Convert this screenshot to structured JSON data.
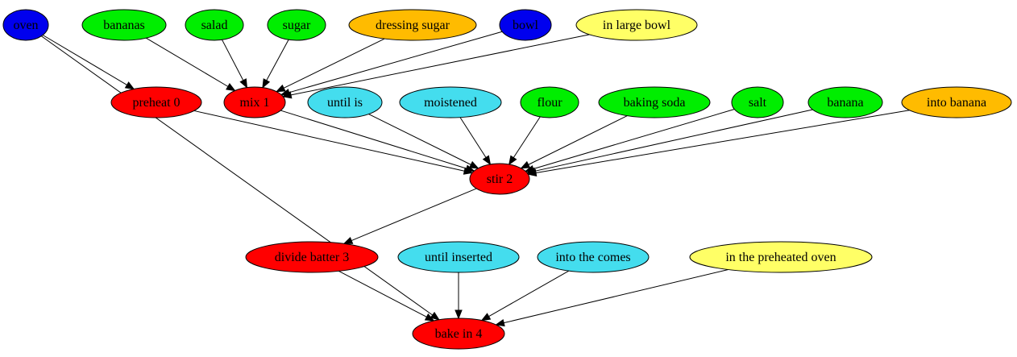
{
  "colors": {
    "ingredient": "#00ee00",
    "tool": "#0000ee",
    "condition": "#44ddee",
    "location": "#ffff66",
    "modifier": "#ffbb00",
    "step": "#ff0000"
  },
  "nodes": [
    {
      "id": "oven",
      "label": "oven",
      "kind": "tool"
    },
    {
      "id": "bananas",
      "label": "bananas",
      "kind": "ingredient"
    },
    {
      "id": "salad",
      "label": "salad",
      "kind": "ingredient"
    },
    {
      "id": "sugar",
      "label": "sugar",
      "kind": "ingredient"
    },
    {
      "id": "dressing_sugar",
      "label": "dressing sugar",
      "kind": "modifier"
    },
    {
      "id": "bowl",
      "label": "bowl",
      "kind": "tool"
    },
    {
      "id": "in_large_bowl",
      "label": "in large bowl",
      "kind": "location"
    },
    {
      "id": "preheat_0",
      "label": "preheat 0",
      "kind": "step"
    },
    {
      "id": "mix_1",
      "label": "mix 1",
      "kind": "step"
    },
    {
      "id": "until_is",
      "label": "until is",
      "kind": "condition"
    },
    {
      "id": "moistened",
      "label": "moistened",
      "kind": "condition"
    },
    {
      "id": "flour",
      "label": "flour",
      "kind": "ingredient"
    },
    {
      "id": "baking_soda",
      "label": "baking soda",
      "kind": "ingredient"
    },
    {
      "id": "salt",
      "label": "salt",
      "kind": "ingredient"
    },
    {
      "id": "banana",
      "label": "banana",
      "kind": "ingredient"
    },
    {
      "id": "into_banana",
      "label": "into banana",
      "kind": "modifier"
    },
    {
      "id": "stir_2",
      "label": "stir 2",
      "kind": "step"
    },
    {
      "id": "divide_batter_3",
      "label": "divide batter 3",
      "kind": "step"
    },
    {
      "id": "until_inserted",
      "label": "until inserted",
      "kind": "condition"
    },
    {
      "id": "into_the_comes",
      "label": "into the comes",
      "kind": "condition"
    },
    {
      "id": "in_the_preheated_oven",
      "label": "in the preheated oven",
      "kind": "location"
    },
    {
      "id": "bake_in_4",
      "label": "bake in 4",
      "kind": "step"
    }
  ],
  "edges": [
    {
      "from": "oven",
      "to": "preheat_0"
    },
    {
      "from": "oven",
      "to": "bake_in_4"
    },
    {
      "from": "bananas",
      "to": "mix_1"
    },
    {
      "from": "salad",
      "to": "mix_1"
    },
    {
      "from": "sugar",
      "to": "mix_1"
    },
    {
      "from": "dressing_sugar",
      "to": "mix_1"
    },
    {
      "from": "bowl",
      "to": "mix_1"
    },
    {
      "from": "in_large_bowl",
      "to": "mix_1"
    },
    {
      "from": "preheat_0",
      "to": "stir_2"
    },
    {
      "from": "mix_1",
      "to": "stir_2"
    },
    {
      "from": "until_is",
      "to": "stir_2"
    },
    {
      "from": "moistened",
      "to": "stir_2"
    },
    {
      "from": "flour",
      "to": "stir_2"
    },
    {
      "from": "baking_soda",
      "to": "stir_2"
    },
    {
      "from": "salt",
      "to": "stir_2"
    },
    {
      "from": "banana",
      "to": "stir_2"
    },
    {
      "from": "into_banana",
      "to": "stir_2"
    },
    {
      "from": "stir_2",
      "to": "divide_batter_3"
    },
    {
      "from": "divide_batter_3",
      "to": "bake_in_4"
    },
    {
      "from": "until_inserted",
      "to": "bake_in_4"
    },
    {
      "from": "into_the_comes",
      "to": "bake_in_4"
    },
    {
      "from": "in_the_preheated_oven",
      "to": "bake_in_4"
    }
  ]
}
